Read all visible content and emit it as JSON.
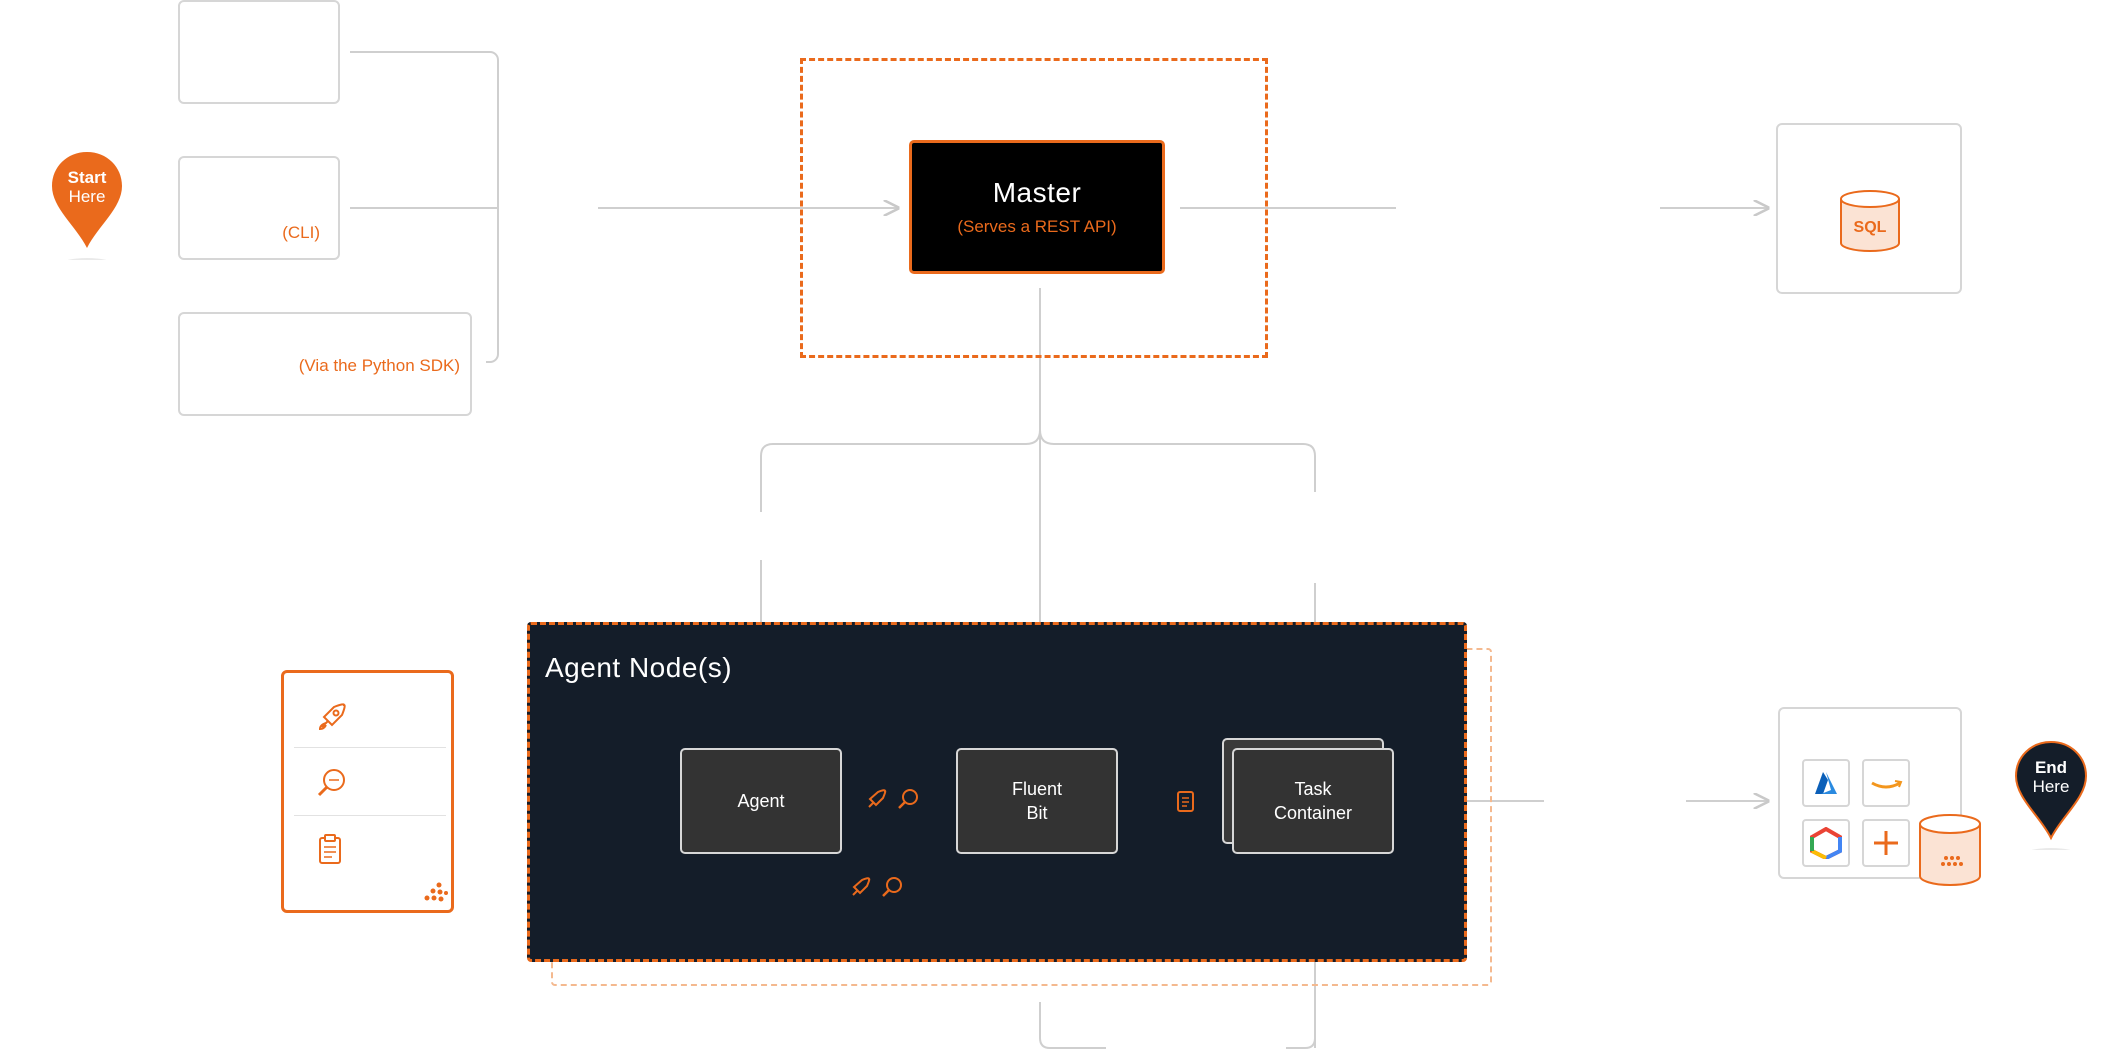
{
  "pins": {
    "start": {
      "line1": "Start",
      "line2": "Here"
    },
    "end": {
      "line1": "End",
      "line2": "Here"
    }
  },
  "clients": {
    "cli_note": "(CLI)",
    "sdk_note": "(Via the Python SDK)"
  },
  "master": {
    "title": "Master",
    "subtitle": "(Serves a REST API)"
  },
  "database": {
    "label": "SQL"
  },
  "agent_node": {
    "title": "Agent Node(s)",
    "agent_label": "Agent",
    "fluent_bit_label": "Fluent\nBit",
    "task_container_label": "Task\nContainer"
  },
  "legend": {
    "icons": [
      "rocket-icon",
      "search-log-icon",
      "clipboard-icon"
    ]
  },
  "storage": {
    "providers": [
      "azure-icon",
      "aws-icon",
      "google-cloud-icon",
      "plus-icon"
    ]
  },
  "colors": {
    "accent": "#ea6a1c",
    "accent_light": "#f4b98f",
    "dark_panel": "#141d29",
    "node_fill": "#333333",
    "line": "#cfcfcf"
  }
}
